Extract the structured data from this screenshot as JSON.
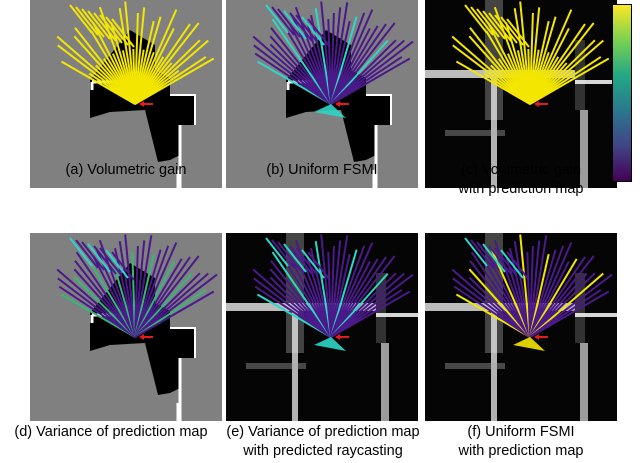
{
  "figure": {
    "panels": [
      {
        "id": "a",
        "caption_lines": [
          "(a) Volumetric gain"
        ],
        "background": "gray",
        "ray_style": "yellow"
      },
      {
        "id": "b",
        "caption_lines": [
          "(b) Uniform FSMI"
        ],
        "background": "gray",
        "ray_style": "purple-cyan"
      },
      {
        "id": "c",
        "caption_lines": [
          "(c) Volumetric gain",
          "with prediction map"
        ],
        "background": "dark",
        "ray_style": "yellow"
      },
      {
        "id": "d",
        "caption_lines": [
          "(d) Variance of prediction map"
        ],
        "background": "gray",
        "ray_style": "variance"
      },
      {
        "id": "e",
        "caption_lines": [
          "(e) Variance of prediction map",
          "with predicted raycasting"
        ],
        "background": "dark",
        "ray_style": "purple-cyan"
      },
      {
        "id": "f",
        "caption_lines": [
          "(f) Uniform FSMI",
          "with prediction map"
        ],
        "background": "dark",
        "ray_style": "purple-yellow"
      }
    ],
    "colorbar": {
      "top_color": "#fde725",
      "bottom_color": "#440154",
      "colormap": "viridis"
    },
    "colors": {
      "arrow": "#e41a1c",
      "gray_bg": "#808080",
      "yellow": "#f3e600",
      "purple": "#4b1a8a",
      "cyan": "#2ed6c8"
    }
  }
}
